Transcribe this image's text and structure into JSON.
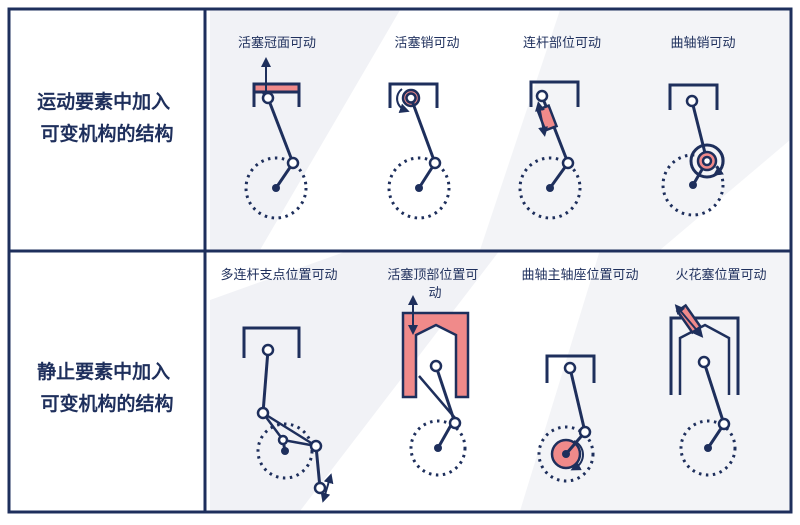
{
  "rows": [
    {
      "label_lines": [
        "运动要素中加入",
        "可变机构的结构"
      ],
      "cells": [
        {
          "label_lines": [
            "活塞冠面可动"
          ]
        },
        {
          "label_lines": [
            "活塞销可动"
          ]
        },
        {
          "label_lines": [
            "连杆部位可动"
          ]
        },
        {
          "label_lines": [
            "曲轴销可动"
          ]
        }
      ]
    },
    {
      "label_lines": [
        "静止要素中加入",
        "可变机构的结构"
      ],
      "cells": [
        {
          "label_lines": [
            "多连杆支点位置可动"
          ]
        },
        {
          "label_lines": [
            "活塞顶部位置可",
            "动"
          ]
        },
        {
          "label_lines": [
            "曲轴主轴座位置可动"
          ]
        },
        {
          "label_lines": [
            "火花塞位置可动"
          ]
        }
      ]
    }
  ],
  "colors": {
    "line": "#1e2f5c",
    "accent_fill": "#f08a8a",
    "border": "#1e2f5c",
    "background": "#ffffff",
    "diagonal_shade": "#eef0f4"
  }
}
